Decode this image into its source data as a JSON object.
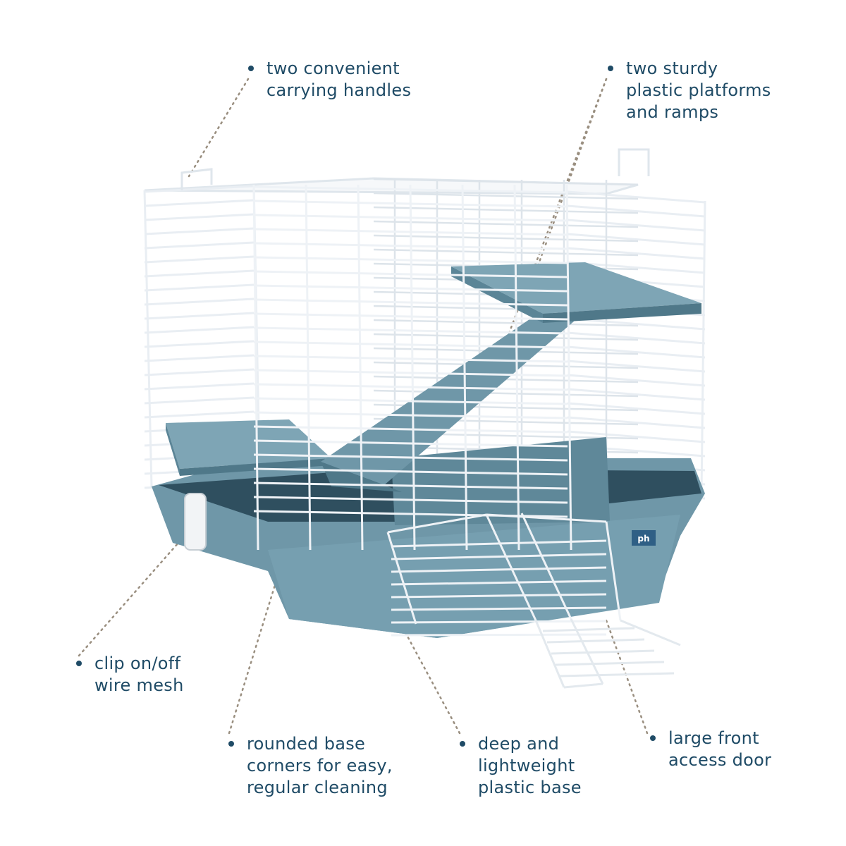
{
  "colors": {
    "text": "#1f4b66",
    "plastic": "#6f97a8",
    "plastic_dark": "#3f6779",
    "plastic_light": "#8fb3c1",
    "wire": "#e9eef3",
    "leader": "#9a8f80"
  },
  "brand_badge": "ph",
  "callouts": [
    {
      "id": "handles",
      "lines": [
        "two convenient",
        "carrying handles"
      ]
    },
    {
      "id": "platforms",
      "lines": [
        "two sturdy",
        "plastic platforms",
        "and ramps"
      ]
    },
    {
      "id": "clip",
      "lines": [
        "clip on/off",
        "wire mesh"
      ]
    },
    {
      "id": "corners",
      "lines": [
        "rounded base",
        "corners for easy,",
        "regular cleaning"
      ]
    },
    {
      "id": "base",
      "lines": [
        "deep and",
        "lightweight",
        "plastic base"
      ]
    },
    {
      "id": "door",
      "lines": [
        "large front",
        "access door"
      ]
    }
  ]
}
